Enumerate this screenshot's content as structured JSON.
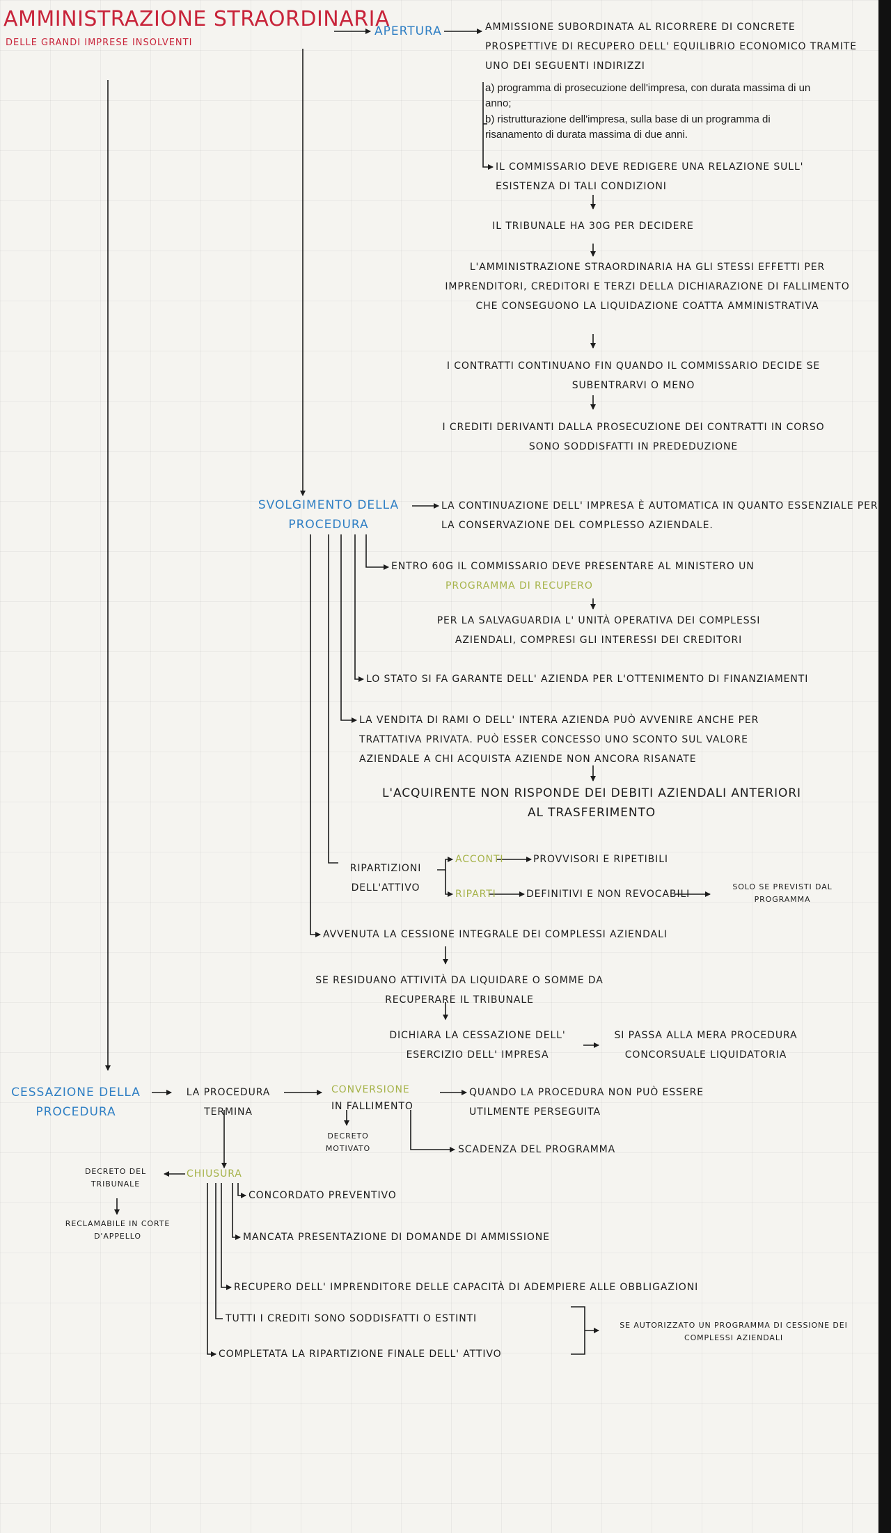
{
  "header": {
    "title": "Amministrazione Straordinaria",
    "subtitle": "delle grandi imprese insolventi"
  },
  "apertura": {
    "label": "Apertura",
    "ammissione": "Ammissione subordinata al ricorrere di concrete prospettive di recupero dell' equilibrio economico tramite uno dei seguenti indirizzi",
    "option_a": "a) programma di prosecuzione dell'impresa, con durata massima di un anno;",
    "option_b": "b) ristrutturazione dell'impresa, sulla base di un programma di risanamento di durata massima di due anni.",
    "commissario": "Il commissario deve redigere una relazione sull' esistenza di tali condizioni",
    "tribunale": "Il tribunale ha 30g per decidere",
    "effetti": "L'amministrazione straordinaria ha gli stessi effetti per imprenditori, creditori e terzi della dichiarazione di fallimento che conseguono la liquidazione coatta amministrativa",
    "contratti": "I contratti continuano fin quando il commissario decide se subentrarvi o meno",
    "crediti": "I crediti derivanti dalla prosecuzione dei contratti in corso sono soddisfatti in prededuzione"
  },
  "svolgimento": {
    "label": "Svolgimento della procedura",
    "continuazione": "La continuazione dell' impresa è automatica in quanto essenziale per la conservazione del complesso aziendale.",
    "entro_prefix": "Entro 60g",
    "entro_text": "il commissario deve presentare al ministero un",
    "programma": "programma di recupero",
    "salvaguardia": "Per la salvaguardia l' unità operativa dei complessi aziendali, compresi gli interessi dei creditori",
    "stato": "Lo stato si fa garante dell' azienda per l'ottenimento di finanziamenti",
    "vendita": "La vendita di rami o dell' intera azienda può avvenire anche per trattativa privata. Può esser concesso uno sconto sul valore aziendale a chi acquista aziende non ancora risanate",
    "acquirente": "L'acquirente non risponde dei debiti aziendali anteriori al trasferimento",
    "ripartizioni": "Ripartizioni dell'attivo",
    "acconti": "Acconti",
    "acconti_desc": "Provvisori e ripetibili",
    "riparti": "Riparti",
    "riparti_desc": "Definitivi e non revocabili",
    "riparti_note": "Solo se previsti dal programma",
    "avvenuta": "Avvenuta la cessione integrale dei complessi aziendali",
    "residuano": "Se residuano attività da liquidare o somme da recuperare il tribunale",
    "dichiara": "Dichiara la cessazione dell' esercizio dell' impresa",
    "passa": "Si passa alla mera procedura concorsuale liquidatoria"
  },
  "cessazione": {
    "label": "Cessazione della procedura",
    "termina": "La procedura termina",
    "conversione": "Conversione",
    "in_fallimento": "in fallimento",
    "decreto_motivato": "Decreto motivato",
    "quando": "Quando la procedura non può essere utilmente perseguita",
    "scadenza": "Scadenza del programma",
    "chiusura": "Chiusura",
    "decreto_tribunale": "Decreto del tribunale",
    "reclamabile": "Reclamabile in corte d'appello",
    "concordato": "Concordato preventivo",
    "mancata": "Mancata presentazione di domande di ammissione",
    "recupero": "Recupero dell' imprenditore delle capacità di adempiere alle obbligazioni",
    "tutti": "Tutti i crediti sono soddisfatti o estinti",
    "completata": "Completata la ripartizione finale dell' attivo",
    "se_autorizzato": "Se autorizzato un programma di cessione dei complessi aziendali"
  },
  "colors": {
    "title": "#c8243a",
    "heading": "#2f7fc4",
    "highlight": "#a6b34a",
    "ink": "#1c1c1c"
  }
}
